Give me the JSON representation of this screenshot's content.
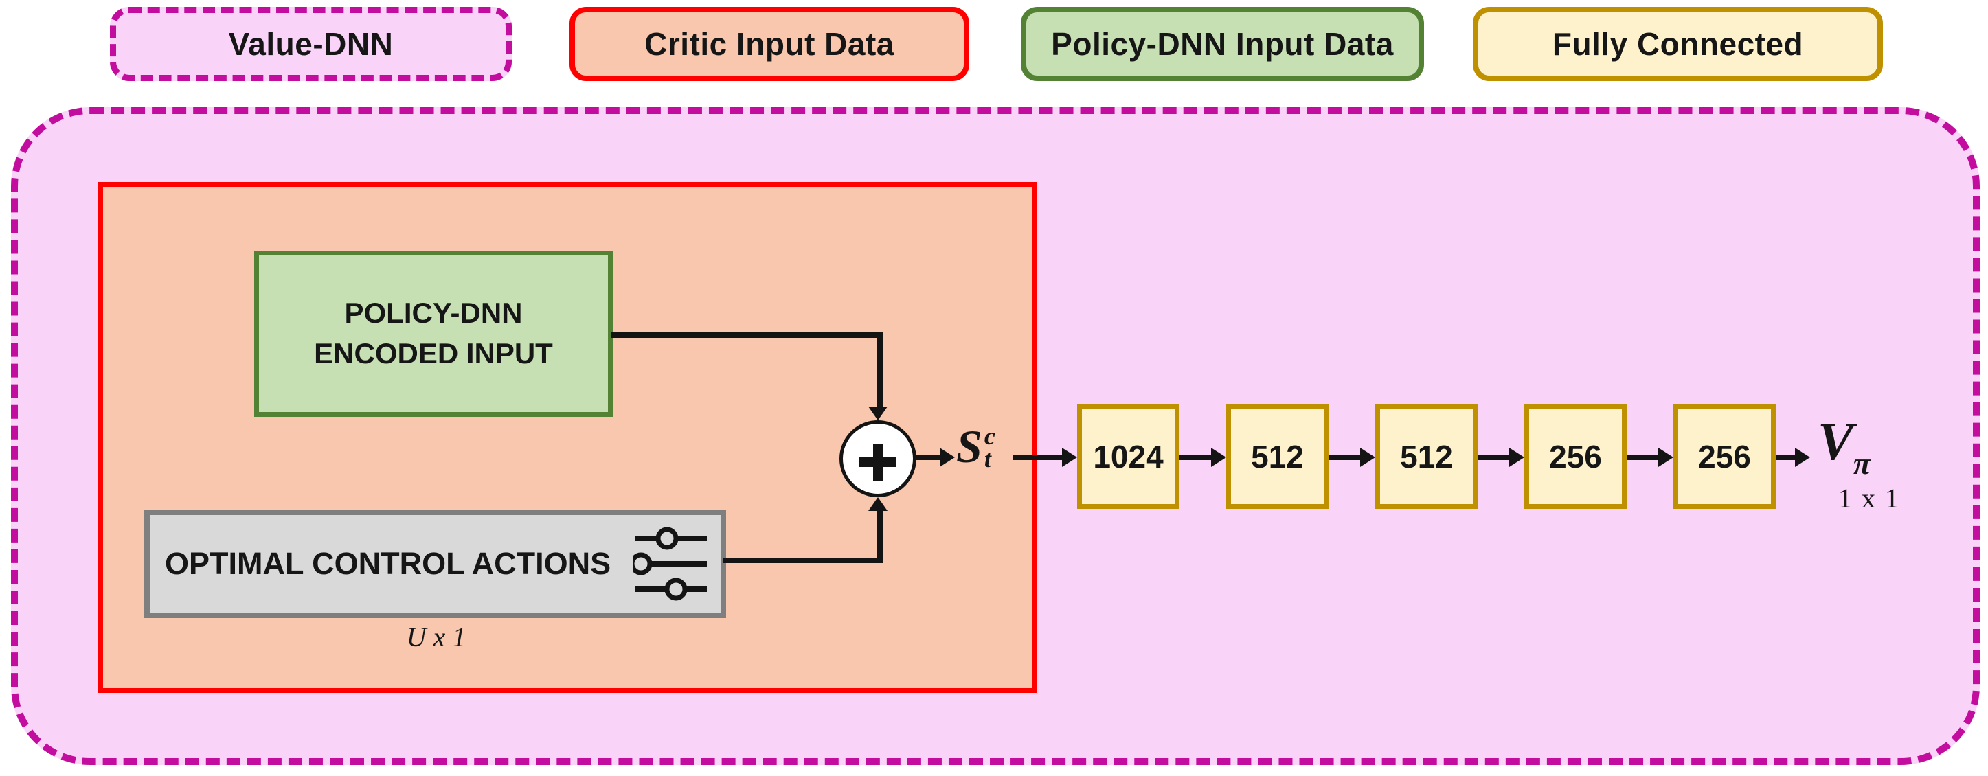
{
  "legend": {
    "value_dnn": "Value-DNN",
    "critic_input": "Critic Input Data",
    "policy_input": "Policy-DNN Input Data",
    "fully_connected": "Fully Connected"
  },
  "critic_block": {
    "policy_encoded_line1": "POLICY-DNN",
    "policy_encoded_line2": "ENCODED INPUT",
    "optimal_actions": "OPTIMAL CONTROL ACTIONS",
    "actions_dim": "U x 1",
    "sum_symbol": "+"
  },
  "state_label": {
    "base": "S",
    "sup": "c",
    "sub": "t"
  },
  "fc_layers": [
    "1024",
    "512",
    "512",
    "256",
    "256"
  ],
  "output": {
    "base": "V",
    "sub": "π",
    "dim": "1 x 1"
  },
  "colors": {
    "pink_fill": "#fad3f9",
    "magenta": "#c30d9e",
    "salmon_fill": "#f9c7ad",
    "red": "#fe0000",
    "green_fill": "#c6e0b4",
    "green_border": "#548235",
    "cream_fill": "#fdf2cc",
    "gold_border": "#bf9000",
    "gray_fill": "#d9d9d9",
    "gray_border": "#7f7f7f",
    "line": "#141414"
  }
}
